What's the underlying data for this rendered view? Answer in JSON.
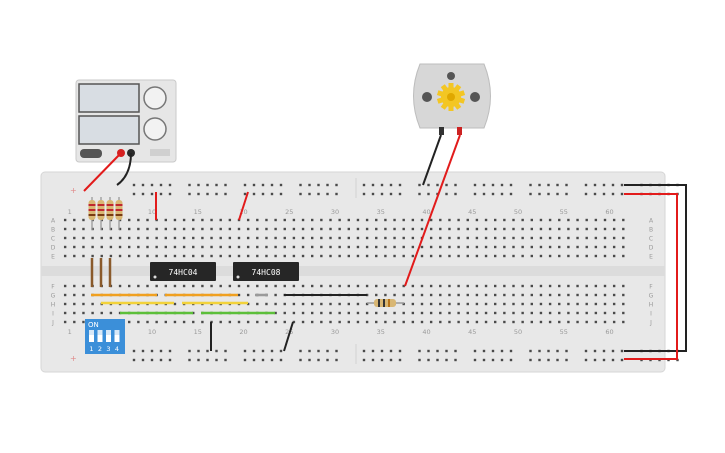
{
  "power_supply": {
    "colors": {
      "body": "#e6e6e6",
      "display": "#d8dde3",
      "knob": "#f2f2f2"
    }
  },
  "motor": {
    "colors": {
      "body": "#d7d7d7",
      "gear": "#f3c623"
    }
  },
  "breadboard": {
    "column_labels": [
      "1",
      "10",
      "15",
      "20",
      "25",
      "30",
      "35",
      "40",
      "45",
      "50",
      "55",
      "60"
    ],
    "row_labels_top": [
      "A",
      "B",
      "C",
      "D",
      "E"
    ],
    "row_labels_bottom": [
      "F",
      "G",
      "H",
      "I",
      "J"
    ],
    "rail_plus": "+",
    "colors": {
      "board": "#e8e8e8",
      "hole": "#4a4a4a",
      "rail_red": "#e23b3b",
      "rail_blue": "#8fb3d9"
    }
  },
  "chips": [
    {
      "label": "74HC04"
    },
    {
      "label": "74HC08"
    }
  ],
  "dip_switch": {
    "on_label": "ON",
    "numbers": [
      "1",
      "2",
      "3",
      "4"
    ],
    "color": "#3b8fd9"
  },
  "wire_colors": {
    "red": "#e21b1b",
    "black": "#222222",
    "orange": "#f0a020",
    "yellow": "#f2d23a",
    "green": "#5cbf3a",
    "gray": "#9a9a9a"
  }
}
